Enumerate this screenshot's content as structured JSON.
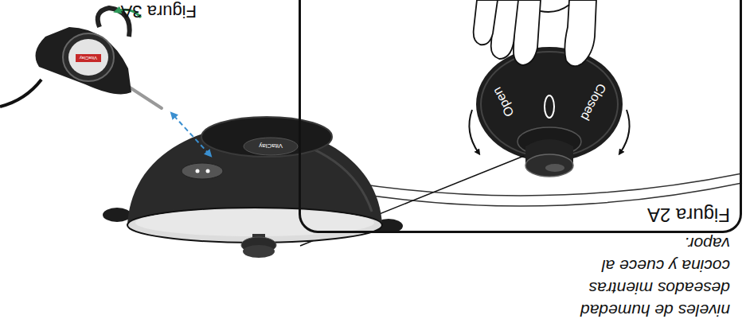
{
  "diagram": {
    "nodes": [
      {
        "text": [
          "Figura 2A"
        ]
      }
    ],
    "labels": [
      "Closed",
      "Open",
      "niveles de humedad deseados mientras cocina y cuece al vapor.",
      "Figura 3A",
      "VitaClay",
      "VitaClay"
    ]
  }
}
